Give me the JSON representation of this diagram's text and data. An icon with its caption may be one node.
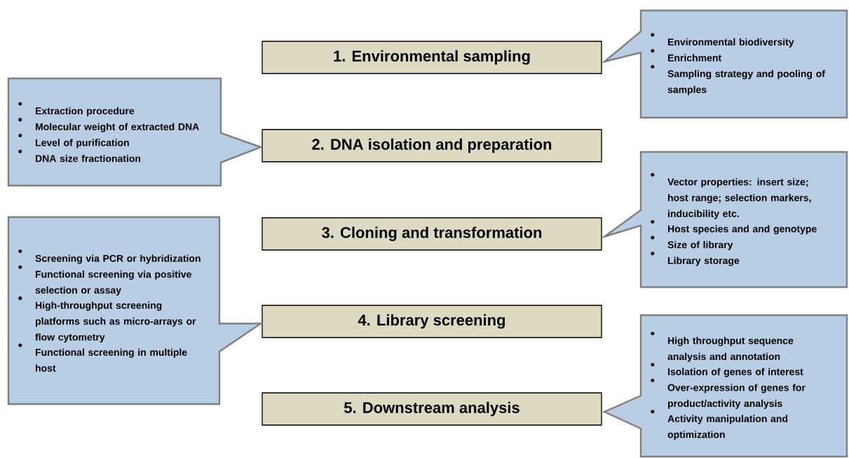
{
  "diagram": {
    "nodes": [
      {
        "text": [
          "1. Environmental sampling"
        ]
      },
      {
        "text": [
          "2. DNA isolation and preparation"
        ]
      },
      {
        "text": [
          "3. Cloning and transformation"
        ]
      },
      {
        "text": [
          "4. Library screening"
        ]
      },
      {
        "text": [
          "5. Downstream analysis"
        ]
      },
      {
        "text": [
          "Environmental biodiversity",
          "Enrichment",
          "Sampling strategy and pooling of samples"
        ]
      },
      {
        "text": [
          "Extraction procedure",
          "Molecular weight of extracted DNA",
          "Level of purification",
          "DNA size fractionation"
        ]
      },
      {
        "text": [
          "Vector properties: insert size; host range; selection markers, inducibility etc.",
          "Host species and and genotype",
          "Size of library",
          "Library storage"
        ]
      },
      {
        "text": [
          "Screening via PCR or hybridization",
          "Functional screening via positive selection or assay",
          "High-throughput screening platforms such as micro-arrays or flow cytometry",
          "Functional screening in multiple host"
        ]
      },
      {
        "text": [
          "High throughput sequence analysis and annotation",
          "Isolation of genes of interest",
          "Over-expression of genes for product/activity analysis",
          "Activity manipulation and optimization"
        ]
      }
    ]
  }
}
